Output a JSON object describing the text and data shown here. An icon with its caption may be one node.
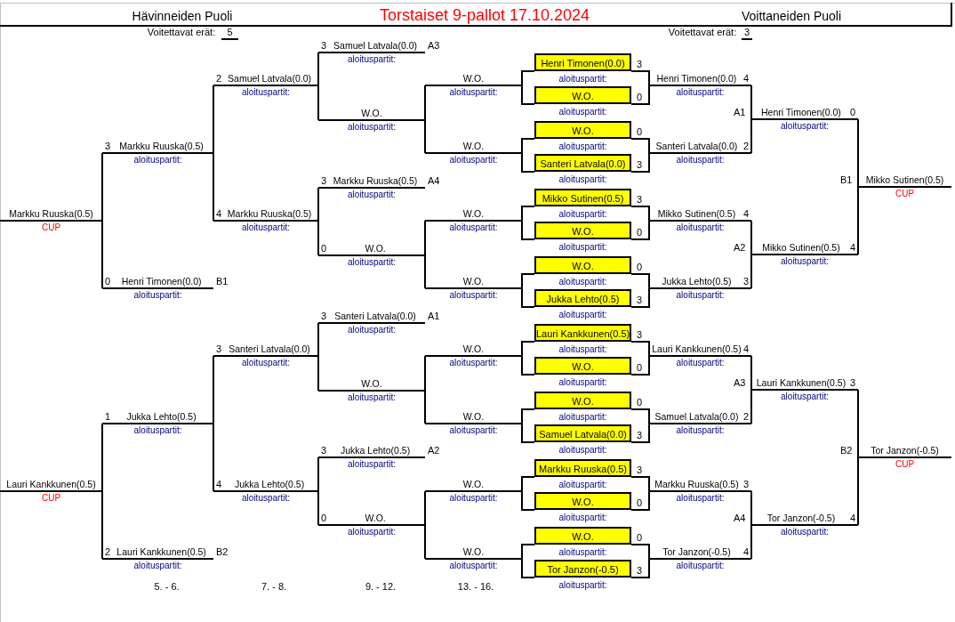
{
  "diagram": {
    "title": "Torstaiset 9-pallot 17.10.2024",
    "nodes": [
      {
        "text": [
          "Markku Ruuska(0.5)",
          "CUP"
        ]
      },
      {
        "text": [
          "Lauri Kankkunen(0.5)",
          "CUP"
        ]
      },
      {
        "text": [
          "Markku Ruuska(0.5)",
          "aloituspartit:",
          "3"
        ]
      },
      {
        "text": [
          "Henri Timonen(0.0)",
          "aloituspartit:",
          "0"
        ],
        "beside": [
          "B1"
        ]
      },
      {
        "text": [
          "Jukka Lehto(0.5)",
          "aloituspartit:",
          "1"
        ]
      },
      {
        "text": [
          "Lauri Kankkunen(0.5)",
          "aloituspartit:",
          "2"
        ],
        "beside": [
          "B2"
        ]
      },
      {
        "text": [
          "Samuel Latvala(0.0)",
          "aloituspartit:",
          "2"
        ]
      },
      {
        "text": [
          "Markku Ruuska(0.5)",
          "aloituspartit:",
          "4"
        ]
      },
      {
        "text": [
          "Santeri Latvala(0.0)",
          "aloituspartit:",
          "3"
        ]
      },
      {
        "text": [
          "Jukka Lehto(0.5)",
          "aloituspartit:",
          "4"
        ]
      },
      {
        "text": [
          "Samuel Latvala(0.0)",
          "aloituspartit:",
          "3"
        ],
        "beside": [
          "A3"
        ]
      },
      {
        "text": [
          "W.O.",
          "aloituspartit:"
        ]
      },
      {
        "text": [
          "Markku Ruuska(0.5)",
          "aloituspartit:",
          "3"
        ],
        "beside": [
          "A4"
        ]
      },
      {
        "text": [
          "W.O.",
          "aloituspartit:",
          "0"
        ]
      },
      {
        "text": [
          "Santeri Latvala(0.0)",
          "aloituspartit:",
          "3"
        ],
        "beside": [
          "A1"
        ]
      },
      {
        "text": [
          "W.O.",
          "aloituspartit:"
        ]
      },
      {
        "text": [
          "Jukka Lehto(0.5)",
          "aloituspartit:",
          "3"
        ],
        "beside": [
          "A2"
        ]
      },
      {
        "text": [
          "W.O.",
          "aloituspartit:",
          "0"
        ]
      },
      {
        "text": [
          "W.O.",
          "aloituspartit:"
        ]
      },
      {
        "text": [
          "W.O.",
          "aloituspartit:"
        ]
      },
      {
        "text": [
          "W.O.",
          "aloituspartit:"
        ]
      },
      {
        "text": [
          "W.O.",
          "aloituspartit:"
        ]
      },
      {
        "text": [
          "W.O.",
          "aloituspartit:"
        ]
      },
      {
        "text": [
          "W.O.",
          "aloituspartit:"
        ]
      },
      {
        "text": [
          "W.O.",
          "aloituspartit:"
        ]
      },
      {
        "text": [
          "W.O.",
          "aloituspartit:"
        ]
      },
      {
        "text": [
          "Henri Timonen(0.0)",
          "aloituspartit:"
        ],
        "beside": [
          "3"
        ]
      },
      {
        "text": [
          "W.O.",
          "aloituspartit:"
        ],
        "beside": [
          "0"
        ]
      },
      {
        "text": [
          "W.O.",
          "aloituspartit:"
        ],
        "beside": [
          "0"
        ]
      },
      {
        "text": [
          "Santeri Latvala(0.0)",
          "aloituspartit:"
        ],
        "beside": [
          "3"
        ]
      },
      {
        "text": [
          "Mikko Sutinen(0.5)",
          "aloituspartit:"
        ],
        "beside": [
          "3"
        ]
      },
      {
        "text": [
          "W.O.",
          "aloituspartit:"
        ],
        "beside": [
          "0"
        ]
      },
      {
        "text": [
          "W.O.",
          "aloituspartit:"
        ],
        "beside": [
          "0"
        ]
      },
      {
        "text": [
          "Jukka Lehto(0.5)",
          "aloituspartit:"
        ],
        "beside": [
          "3"
        ]
      },
      {
        "text": [
          "Lauri Kankkunen(0.5)",
          "aloituspartit:"
        ],
        "beside": [
          "3"
        ]
      },
      {
        "text": [
          "W.O.",
          "aloituspartit:"
        ],
        "beside": [
          "0"
        ]
      },
      {
        "text": [
          "W.O.",
          "aloituspartit:"
        ],
        "beside": [
          "0"
        ]
      },
      {
        "text": [
          "Samuel Latvala(0.0)",
          "aloituspartit:"
        ],
        "beside": [
          "3"
        ]
      },
      {
        "text": [
          "Markku Ruuska(0.5)",
          "aloituspartit:"
        ],
        "beside": [
          "3"
        ]
      },
      {
        "text": [
          "W.O.",
          "aloituspartit:"
        ],
        "beside": [
          "0"
        ]
      },
      {
        "text": [
          "W.O.",
          "aloituspartit:"
        ],
        "beside": [
          "0"
        ]
      },
      {
        "text": [
          "Tor Janzon(-0.5)",
          "aloituspartit:"
        ],
        "beside": [
          "3"
        ]
      },
      {
        "text": [
          "Henri Timonen(0.0)",
          "aloituspartit:",
          "4"
        ]
      },
      {
        "text": [
          "Santeri Latvala(0.0)",
          "aloituspartit:",
          "2"
        ]
      },
      {
        "text": [
          "Mikko Sutinen(0.5)",
          "aloituspartit:",
          "4"
        ]
      },
      {
        "text": [
          "Jukka Lehto(0.5)",
          "aloituspartit:",
          "3"
        ]
      },
      {
        "text": [
          "Lauri Kankkunen(0.5)",
          "aloituspartit:",
          "4"
        ]
      },
      {
        "text": [
          "Samuel Latvala(0.0)",
          "aloituspartit:",
          "2"
        ]
      },
      {
        "text": [
          "Markku Ruuska(0.5)",
          "aloituspartit:",
          "3"
        ]
      },
      {
        "text": [
          "Tor Janzon(-0.5)",
          "aloituspartit:",
          "4"
        ]
      },
      {
        "text": [
          "Henri Timonen(0.0)",
          "aloituspartit:",
          "0"
        ],
        "beside": [
          "A1"
        ]
      },
      {
        "text": [
          "Mikko Sutinen(0.5)",
          "aloituspartit:",
          "4"
        ],
        "beside": [
          "A2"
        ]
      },
      {
        "text": [
          "Lauri Kankkunen(0.5)",
          "aloituspartit:",
          "3"
        ],
        "beside": [
          "A3"
        ]
      },
      {
        "text": [
          "Tor Janzon(-0.5)",
          "aloituspartit:",
          "4"
        ],
        "beside": [
          "A4"
        ]
      },
      {
        "text": [
          "Mikko Sutinen(0.5)",
          "CUP"
        ],
        "beside": [
          "B1"
        ]
      },
      {
        "text": [
          "Tor Janzon(-0.5)",
          "CUP"
        ],
        "beside": [
          "B2"
        ]
      }
    ],
    "edges": [
      {
        "from": 2,
        "to": 0,
        "arrow": "none"
      },
      {
        "from": 3,
        "to": 0,
        "arrow": "none"
      },
      {
        "from": 4,
        "to": 1,
        "arrow": "none"
      },
      {
        "from": 5,
        "to": 1,
        "arrow": "none"
      },
      {
        "from": 6,
        "to": 2,
        "arrow": "none"
      },
      {
        "from": 7,
        "to": 2,
        "arrow": "none"
      },
      {
        "from": 8,
        "to": 4,
        "arrow": "none"
      },
      {
        "from": 9,
        "to": 4,
        "arrow": "none"
      },
      {
        "from": 10,
        "to": 6,
        "arrow": "none"
      },
      {
        "from": 11,
        "to": 6,
        "arrow": "none"
      },
      {
        "from": 12,
        "to": 7,
        "arrow": "none"
      },
      {
        "from": 13,
        "to": 7,
        "arrow": "none"
      },
      {
        "from": 14,
        "to": 8,
        "arrow": "none"
      },
      {
        "from": 15,
        "to": 8,
        "arrow": "none"
      },
      {
        "from": 16,
        "to": 9,
        "arrow": "none"
      },
      {
        "from": 17,
        "to": 9,
        "arrow": "none"
      },
      {
        "from": 18,
        "to": 11,
        "arrow": "none"
      },
      {
        "from": 19,
        "to": 11,
        "arrow": "none"
      },
      {
        "from": 20,
        "to": 13,
        "arrow": "none"
      },
      {
        "from": 21,
        "to": 13,
        "arrow": "none"
      },
      {
        "from": 22,
        "to": 15,
        "arrow": "none"
      },
      {
        "from": 23,
        "to": 15,
        "arrow": "none"
      },
      {
        "from": 24,
        "to": 17,
        "arrow": "none"
      },
      {
        "from": 25,
        "to": 17,
        "arrow": "none"
      },
      {
        "from": 26,
        "to": 42,
        "arrow": "none"
      },
      {
        "from": 27,
        "to": 42,
        "arrow": "none"
      },
      {
        "from": 26,
        "to": 18,
        "arrow": "none"
      },
      {
        "from": 27,
        "to": 18,
        "arrow": "none"
      },
      {
        "from": 28,
        "to": 43,
        "arrow": "none"
      },
      {
        "from": 29,
        "to": 43,
        "arrow": "none"
      },
      {
        "from": 28,
        "to": 19,
        "arrow": "none"
      },
      {
        "from": 29,
        "to": 19,
        "arrow": "none"
      },
      {
        "from": 30,
        "to": 44,
        "arrow": "none"
      },
      {
        "from": 31,
        "to": 44,
        "arrow": "none"
      },
      {
        "from": 30,
        "to": 20,
        "arrow": "none"
      },
      {
        "from": 31,
        "to": 20,
        "arrow": "none"
      },
      {
        "from": 32,
        "to": 45,
        "arrow": "none"
      },
      {
        "from": 33,
        "to": 45,
        "arrow": "none"
      },
      {
        "from": 32,
        "to": 21,
        "arrow": "none"
      },
      {
        "from": 33,
        "to": 21,
        "arrow": "none"
      },
      {
        "from": 34,
        "to": 46,
        "arrow": "none"
      },
      {
        "from": 35,
        "to": 46,
        "arrow": "none"
      },
      {
        "from": 34,
        "to": 22,
        "arrow": "none"
      },
      {
        "from": 35,
        "to": 22,
        "arrow": "none"
      },
      {
        "from": 36,
        "to": 47,
        "arrow": "none"
      },
      {
        "from": 37,
        "to": 47,
        "arrow": "none"
      },
      {
        "from": 36,
        "to": 23,
        "arrow": "none"
      },
      {
        "from": 37,
        "to": 23,
        "arrow": "none"
      },
      {
        "from": 38,
        "to": 48,
        "arrow": "none"
      },
      {
        "from": 39,
        "to": 48,
        "arrow": "none"
      },
      {
        "from": 38,
        "to": 24,
        "arrow": "none"
      },
      {
        "from": 39,
        "to": 24,
        "arrow": "none"
      },
      {
        "from": 40,
        "to": 49,
        "arrow": "none"
      },
      {
        "from": 41,
        "to": 49,
        "arrow": "none"
      },
      {
        "from": 40,
        "to": 25,
        "arrow": "none"
      },
      {
        "from": 41,
        "to": 25,
        "arrow": "none"
      },
      {
        "from": 42,
        "to": 50,
        "arrow": "none"
      },
      {
        "from": 43,
        "to": 50,
        "arrow": "none"
      },
      {
        "from": 44,
        "to": 51,
        "arrow": "none"
      },
      {
        "from": 45,
        "to": 51,
        "arrow": "none"
      },
      {
        "from": 46,
        "to": 52,
        "arrow": "none"
      },
      {
        "from": 47,
        "to": 52,
        "arrow": "none"
      },
      {
        "from": 48,
        "to": 53,
        "arrow": "none"
      },
      {
        "from": 49,
        "to": 53,
        "arrow": "none"
      },
      {
        "from": 50,
        "to": 54,
        "arrow": "none"
      },
      {
        "from": 51,
        "to": 54,
        "arrow": "none"
      },
      {
        "from": 52,
        "to": 55,
        "arrow": "none"
      },
      {
        "from": 53,
        "to": 55,
        "arrow": "none"
      }
    ],
    "labels": [
      "Hävinneiden Puoli",
      "Voitettavat erät:",
      "5",
      "Voittaneiden Puoli",
      "Voitettavat erät:",
      "3",
      "5. - 6.",
      "7. - 8.",
      "9. - 12.",
      "13. - 16."
    ]
  }
}
